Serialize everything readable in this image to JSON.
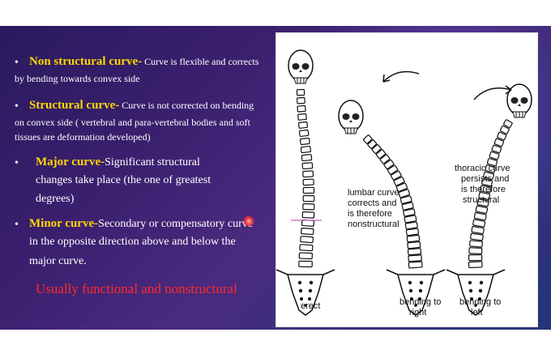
{
  "bullets": [
    {
      "marker": "•",
      "highlight": "Non structural curve-",
      "rest": " Curve  is flexible and corrects",
      "line2": "by bending  towards convex side"
    },
    {
      "marker": "•",
      "highlight": "Structural curve-",
      "rest": " Curve is not  corrected on bending",
      "line2": "on convex side  ( vertebral and para-vertebral bodies  and soft",
      "line3": "tissues are deformation  developed)"
    },
    {
      "marker": "•",
      "highlight": "Major curve-",
      "rest": "Significant structural",
      "line2": "changes take place (the one of greatest",
      "line3": "degrees)"
    },
    {
      "marker": "•",
      "highlight": "Minor curve-",
      "rest": "Secondary or compensatory  curve",
      "line2": "in the opposite direction above and  below the",
      "line3": "major curve."
    }
  ],
  "note": "Usually functional and nonstructural",
  "figure": {
    "label_erect": "erect",
    "label_lumbar": [
      "lumbar curve",
      "corrects and",
      "is therefore",
      "nonstructural"
    ],
    "label_thoracic": [
      "thoracic curve",
      "persists and",
      "is therefore",
      "structural"
    ],
    "label_right": [
      "bending to",
      "right"
    ],
    "label_left": [
      "bending to",
      "left"
    ]
  },
  "colors": {
    "highlight": "#ffd700",
    "note": "#ff2a2a",
    "background": "#2a1a5e"
  }
}
